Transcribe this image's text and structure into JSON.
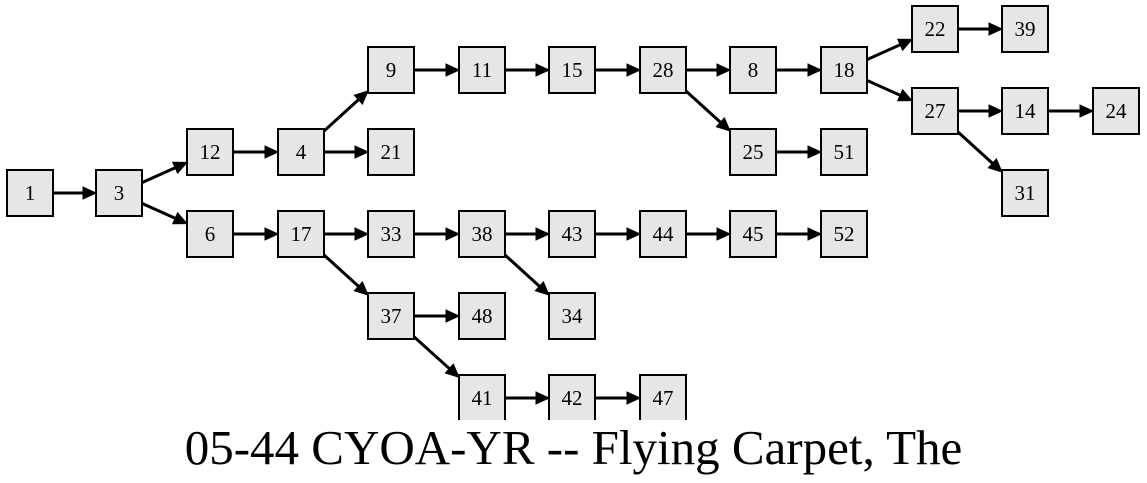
{
  "title": "05-44 CYOA-YR -- Flying Carpet, The",
  "colors": {
    "node_fill": "#e6e6e6",
    "stroke": "#000000",
    "background": "#ffffff"
  },
  "nodes": [
    "1",
    "3",
    "12",
    "6",
    "4",
    "9",
    "21",
    "11",
    "15",
    "28",
    "8",
    "18",
    "22",
    "39",
    "27",
    "14",
    "24",
    "31",
    "25",
    "51",
    "17",
    "33",
    "38",
    "43",
    "44",
    "45",
    "52",
    "34",
    "37",
    "48",
    "41",
    "42",
    "47"
  ],
  "edges": [
    [
      "1",
      "3"
    ],
    [
      "3",
      "12"
    ],
    [
      "3",
      "6"
    ],
    [
      "12",
      "4"
    ],
    [
      "4",
      "9"
    ],
    [
      "4",
      "21"
    ],
    [
      "9",
      "11"
    ],
    [
      "11",
      "15"
    ],
    [
      "15",
      "28"
    ],
    [
      "28",
      "8"
    ],
    [
      "28",
      "25"
    ],
    [
      "8",
      "18"
    ],
    [
      "18",
      "22"
    ],
    [
      "18",
      "27"
    ],
    [
      "22",
      "39"
    ],
    [
      "27",
      "14"
    ],
    [
      "27",
      "31"
    ],
    [
      "14",
      "24"
    ],
    [
      "25",
      "51"
    ],
    [
      "6",
      "17"
    ],
    [
      "17",
      "33"
    ],
    [
      "17",
      "37"
    ],
    [
      "33",
      "38"
    ],
    [
      "38",
      "43"
    ],
    [
      "38",
      "34"
    ],
    [
      "43",
      "44"
    ],
    [
      "44",
      "45"
    ],
    [
      "45",
      "52"
    ],
    [
      "37",
      "48"
    ],
    [
      "37",
      "41"
    ],
    [
      "41",
      "42"
    ],
    [
      "42",
      "47"
    ]
  ]
}
